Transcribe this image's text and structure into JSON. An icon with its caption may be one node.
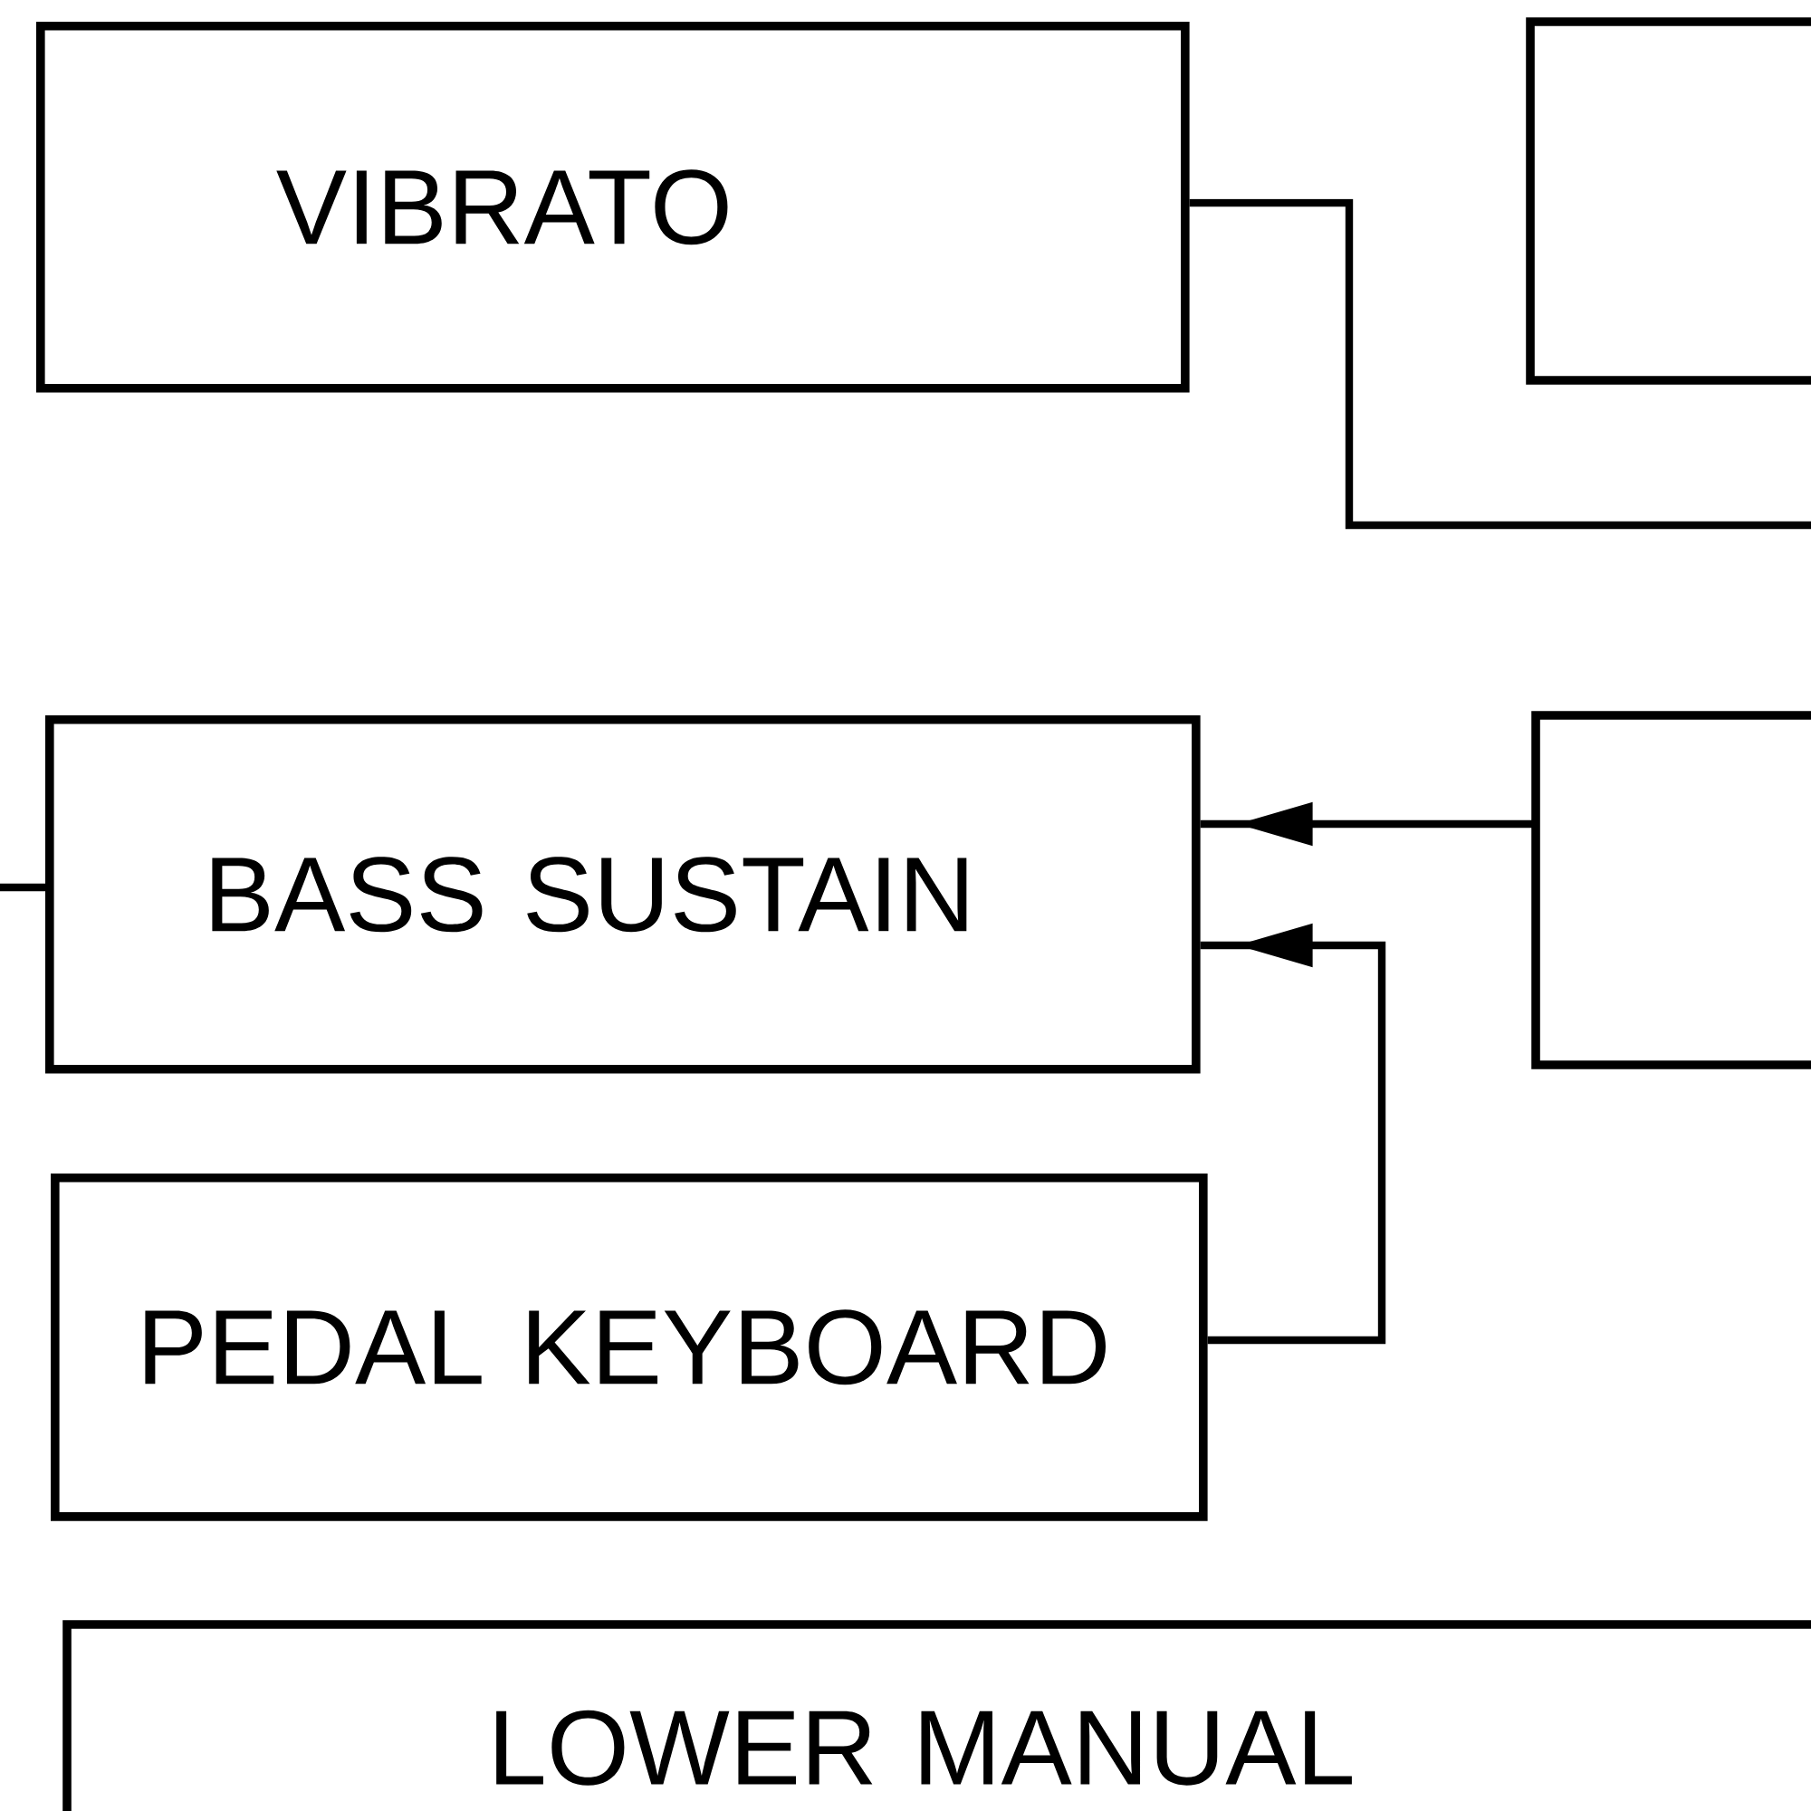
{
  "diagram": {
    "nodes": [
      {
        "text": [
          "VIBRATO"
        ]
      },
      {
        "text": [],
        "shape": "box"
      },
      {
        "text": [
          "BASS SUSTAIN"
        ]
      },
      {
        "text": [],
        "shape": "box"
      },
      {
        "text": [
          "PEDAL KEYBOARD"
        ]
      },
      {
        "text": [
          "LOWER MANUAL"
        ]
      }
    ],
    "edges": [
      {
        "from": 0,
        "to": null,
        "arrow": "none"
      },
      {
        "from": 3,
        "to": 2,
        "arrow": "to"
      },
      {
        "from": 4,
        "to": 2,
        "arrow": "to"
      },
      {
        "from": null,
        "to": 2,
        "arrow": "none"
      }
    ]
  }
}
